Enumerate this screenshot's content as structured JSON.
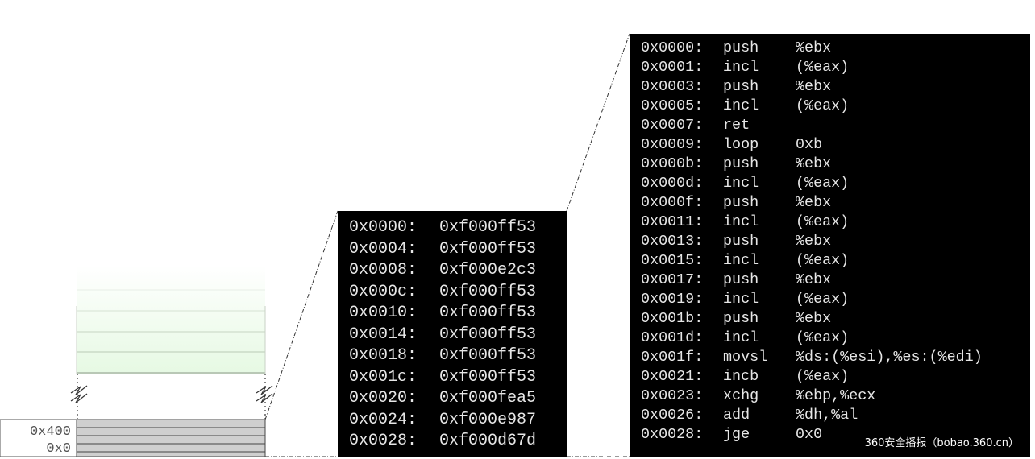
{
  "memory_map": {
    "labels": [
      "0x400",
      "0x0"
    ]
  },
  "words_dump": [
    {
      "addr": "0x0000:",
      "value": "0xf000ff53"
    },
    {
      "addr": "0x0004:",
      "value": "0xf000ff53"
    },
    {
      "addr": "0x0008:",
      "value": "0xf000e2c3"
    },
    {
      "addr": "0x000c:",
      "value": "0xf000ff53"
    },
    {
      "addr": "0x0010:",
      "value": "0xf000ff53"
    },
    {
      "addr": "0x0014:",
      "value": "0xf000ff53"
    },
    {
      "addr": "0x0018:",
      "value": "0xf000ff53"
    },
    {
      "addr": "0x001c:",
      "value": "0xf000ff53"
    },
    {
      "addr": "0x0020:",
      "value": "0xf000fea5"
    },
    {
      "addr": "0x0024:",
      "value": "0xf000e987"
    },
    {
      "addr": "0x0028:",
      "value": "0xf000d67d"
    }
  ],
  "disassembly": [
    {
      "addr": "0x0000:",
      "mnemonic": "push",
      "operands": "%ebx"
    },
    {
      "addr": "0x0001:",
      "mnemonic": "incl",
      "operands": "(%eax)"
    },
    {
      "addr": "0x0003:",
      "mnemonic": "push",
      "operands": "%ebx"
    },
    {
      "addr": "0x0005:",
      "mnemonic": "incl",
      "operands": "(%eax)"
    },
    {
      "addr": "0x0007:",
      "mnemonic": "ret",
      "operands": ""
    },
    {
      "addr": "0x0009:",
      "mnemonic": "loop",
      "operands": "0xb"
    },
    {
      "addr": "0x000b:",
      "mnemonic": "push",
      "operands": "%ebx"
    },
    {
      "addr": "0x000d:",
      "mnemonic": "incl",
      "operands": "(%eax)"
    },
    {
      "addr": "0x000f:",
      "mnemonic": "push",
      "operands": "%ebx"
    },
    {
      "addr": "0x0011:",
      "mnemonic": "incl",
      "operands": "(%eax)"
    },
    {
      "addr": "0x0013:",
      "mnemonic": "push",
      "operands": "%ebx"
    },
    {
      "addr": "0x0015:",
      "mnemonic": "incl",
      "operands": "(%eax)"
    },
    {
      "addr": "0x0017:",
      "mnemonic": "push",
      "operands": "%ebx"
    },
    {
      "addr": "0x0019:",
      "mnemonic": "incl",
      "operands": "(%eax)"
    },
    {
      "addr": "0x001b:",
      "mnemonic": "push",
      "operands": "%ebx"
    },
    {
      "addr": "0x001d:",
      "mnemonic": "incl",
      "operands": "(%eax)"
    },
    {
      "addr": "0x001f:",
      "mnemonic": "movsl",
      "operands": "%ds:(%esi),%es:(%edi)"
    },
    {
      "addr": "0x0021:",
      "mnemonic": "incb",
      "operands": "(%eax)"
    },
    {
      "addr": "0x0023:",
      "mnemonic": "xchg",
      "operands": "%ebp,%ecx"
    },
    {
      "addr": "0x0026:",
      "mnemonic": "add",
      "operands": "%dh,%al"
    },
    {
      "addr": "0x0028:",
      "mnemonic": "jge",
      "operands": "0x0"
    }
  ],
  "watermark": "360安全播报（bobao.360.cn）"
}
